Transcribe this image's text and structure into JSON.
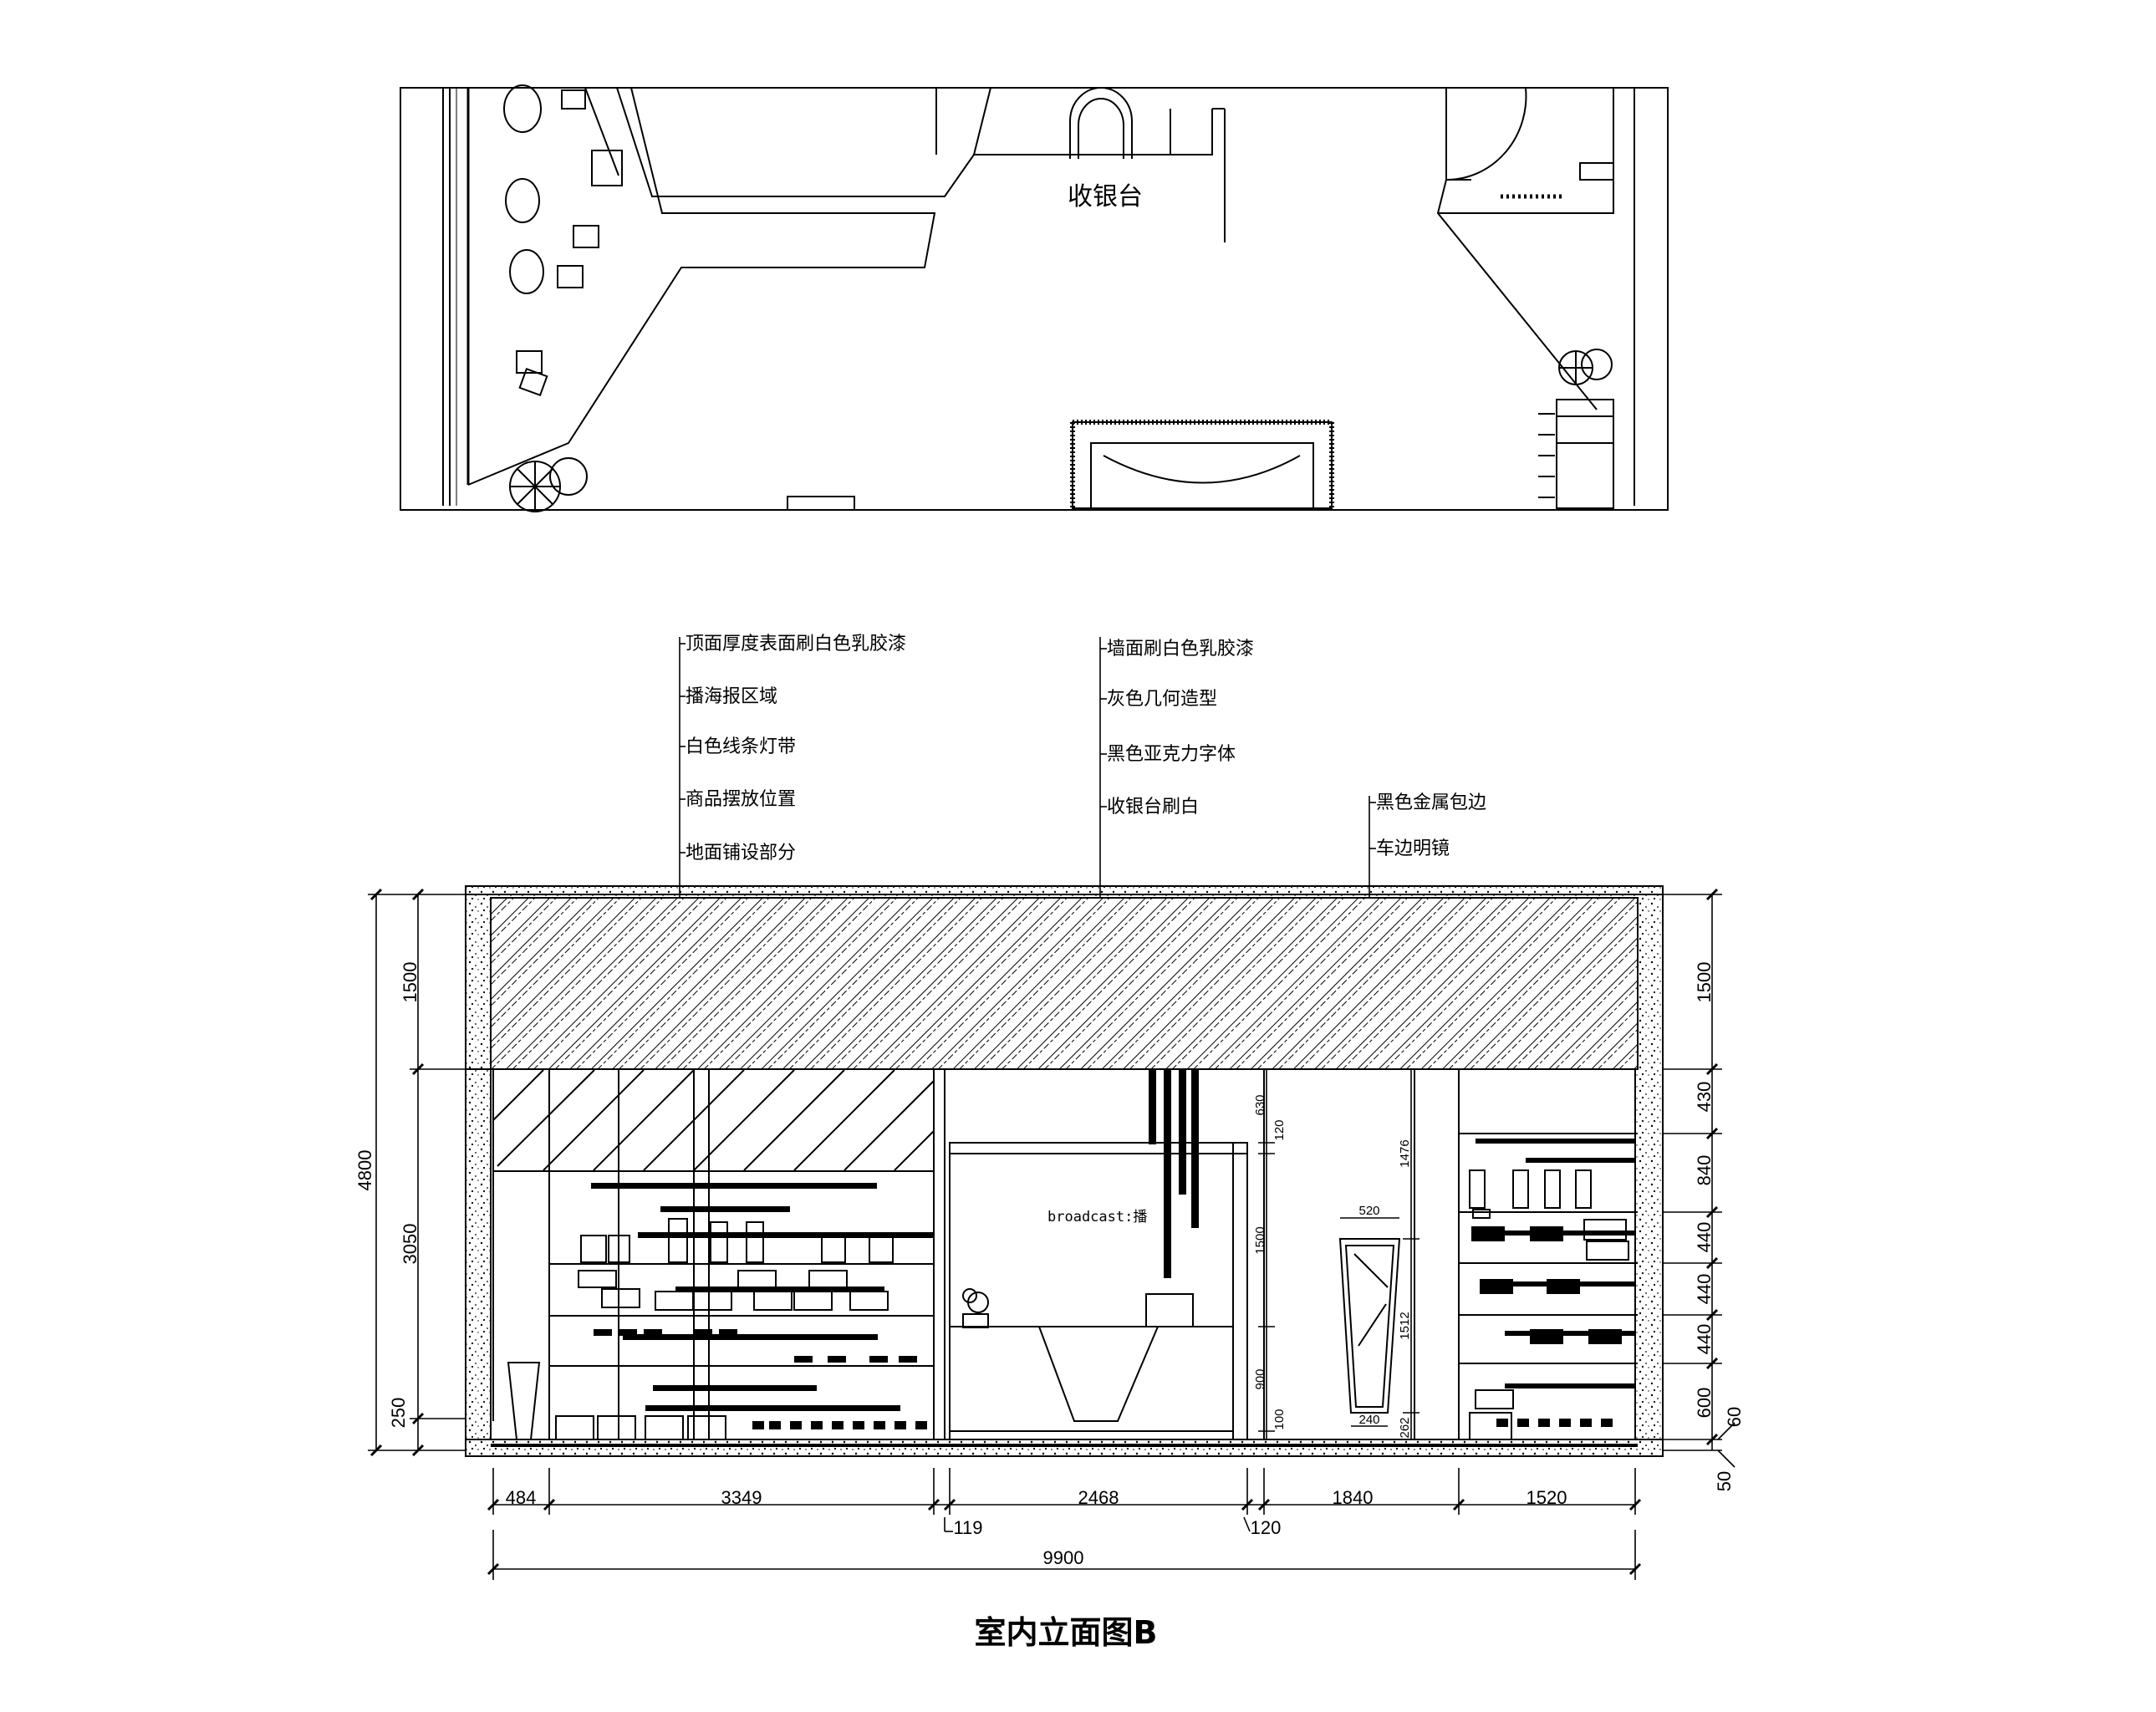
{
  "plan": {
    "cashier_label": "收银台"
  },
  "callouts_left": [
    "顶面厚度表面刷白色乳胶漆",
    "播海报区域",
    "白色线条灯带",
    "商品摆放位置",
    "地面铺设部分"
  ],
  "callouts_mid": [
    "墙面刷白色乳胶漆",
    "灰色几何造型",
    "黑色亚克力字体",
    "收银台刷白"
  ],
  "callouts_right": [
    "黑色金属包边",
    "车边明镜"
  ],
  "elevation": {
    "broadcast_text": "broadcast:播",
    "mirror_width": "520",
    "mirror_base_width": "240"
  },
  "dims": {
    "left_vertical": [
      "1500",
      "3050",
      "250"
    ],
    "overall_height": "4800",
    "right_vertical": [
      "1500",
      "430",
      "840",
      "440",
      "440",
      "440",
      "600",
      "60",
      "50"
    ],
    "cashier_vertical": [
      "630",
      "120",
      "1500",
      "900",
      "100"
    ],
    "mirror_vertical": [
      "1476",
      "1512",
      "262"
    ],
    "bottom_row": [
      "484",
      "3349",
      "2468",
      "1840",
      "1520"
    ],
    "gaps": [
      "119",
      "120"
    ],
    "overall_width": "9900"
  },
  "title": "室内立面图B"
}
